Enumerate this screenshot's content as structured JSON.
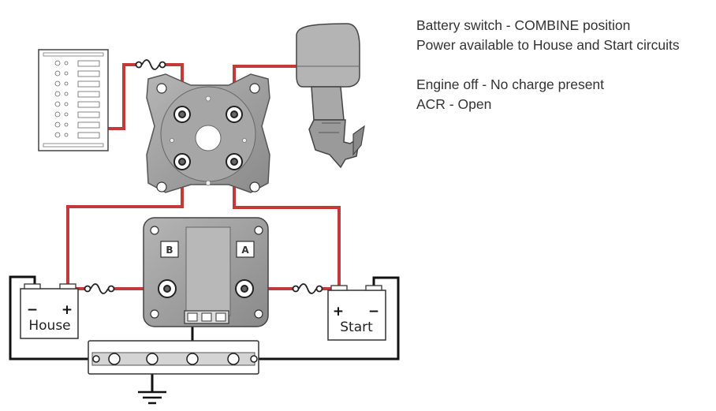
{
  "notes": {
    "line1": "Battery switch - COMBINE position",
    "line2": "Power available to House and Start circuits",
    "line3": "Engine off - No charge present",
    "line4": "ACR - Open"
  },
  "diagram": {
    "house_battery_label": "House",
    "start_battery_label": "Start",
    "acr_terminal_b": "B",
    "acr_terminal_a": "A",
    "minus": "−",
    "plus": "+"
  },
  "colors": {
    "positive_wire": "#c23a3a",
    "negative_wire": "#111111",
    "device_gray": "#9a9a9a"
  }
}
